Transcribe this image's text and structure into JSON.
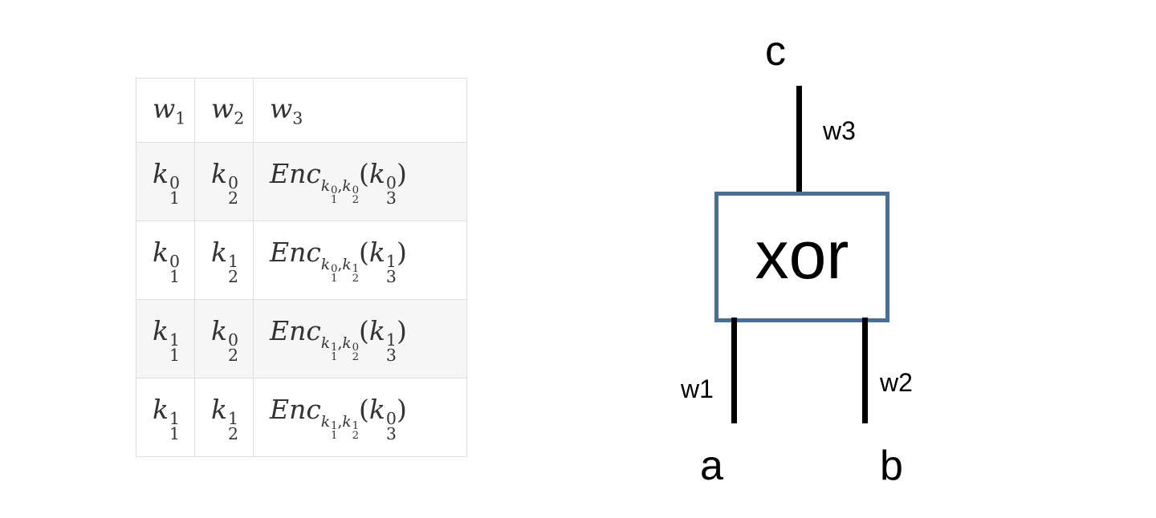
{
  "table": {
    "headers": [
      "w",
      "w",
      "w"
    ],
    "header_subscripts": [
      "1",
      "2",
      "3"
    ],
    "rows": [
      {
        "k1_sup": "0",
        "k2_sup": "0",
        "enc_k1_sup": "0",
        "enc_k2_sup": "0",
        "k3_sup": "0"
      },
      {
        "k1_sup": "0",
        "k2_sup": "1",
        "enc_k1_sup": "0",
        "enc_k2_sup": "1",
        "k3_sup": "1"
      },
      {
        "k1_sup": "1",
        "k2_sup": "0",
        "enc_k1_sup": "1",
        "enc_k2_sup": "0",
        "k3_sup": "1"
      },
      {
        "k1_sup": "1",
        "k2_sup": "1",
        "enc_k1_sup": "1",
        "enc_k2_sup": "1",
        "k3_sup": "0"
      }
    ],
    "key_symbol": "k",
    "enc_symbol": "Enc",
    "sub1": "1",
    "sub2": "2",
    "sub3": "3"
  },
  "gate": {
    "label": "xor",
    "output_node": "c",
    "input_node_left": "a",
    "input_node_right": "b",
    "output_wire": "w3",
    "input_wire_left": "w1",
    "input_wire_right": "w2",
    "box_color": "#4a6f96"
  }
}
